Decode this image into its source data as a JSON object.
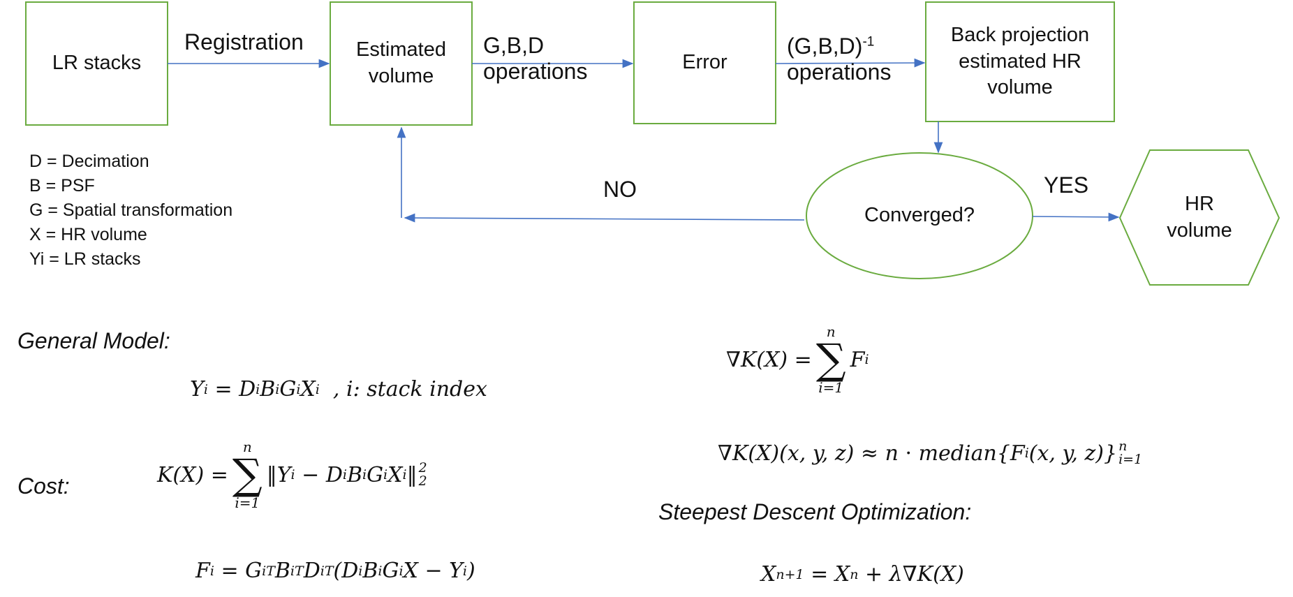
{
  "flow": {
    "lr_stacks": "LR stacks",
    "registration": "Registration",
    "estimated_volume": [
      "Estimated",
      "volume"
    ],
    "gbd_ops": [
      "G,B,D",
      "operations"
    ],
    "error": "Error",
    "inv_ops_base": "(G,B,D)",
    "inv_ops_exp": "-1",
    "inv_ops_label": "operations",
    "back_projection": [
      "Back projection",
      "estimated HR",
      "volume"
    ],
    "converged": "Converged?",
    "no": "NO",
    "yes": "YES",
    "hr_volume": [
      "HR",
      "volume"
    ]
  },
  "legend": [
    "D = Decimation",
    "B = PSF",
    "G = Spatial transformation",
    "X = HR volume",
    "Yi = LR stacks"
  ],
  "headings": {
    "general_model": "General Model:",
    "cost": "Cost:",
    "steepest": "Steepest Descent Optimization:"
  },
  "equations": {
    "stack_index": "i: stack index",
    "median": "median",
    "sum_upper": "n",
    "sum_lower": "i=1"
  },
  "colors": {
    "box_stroke": "#6aab3f",
    "arrow": "#4472c4"
  }
}
